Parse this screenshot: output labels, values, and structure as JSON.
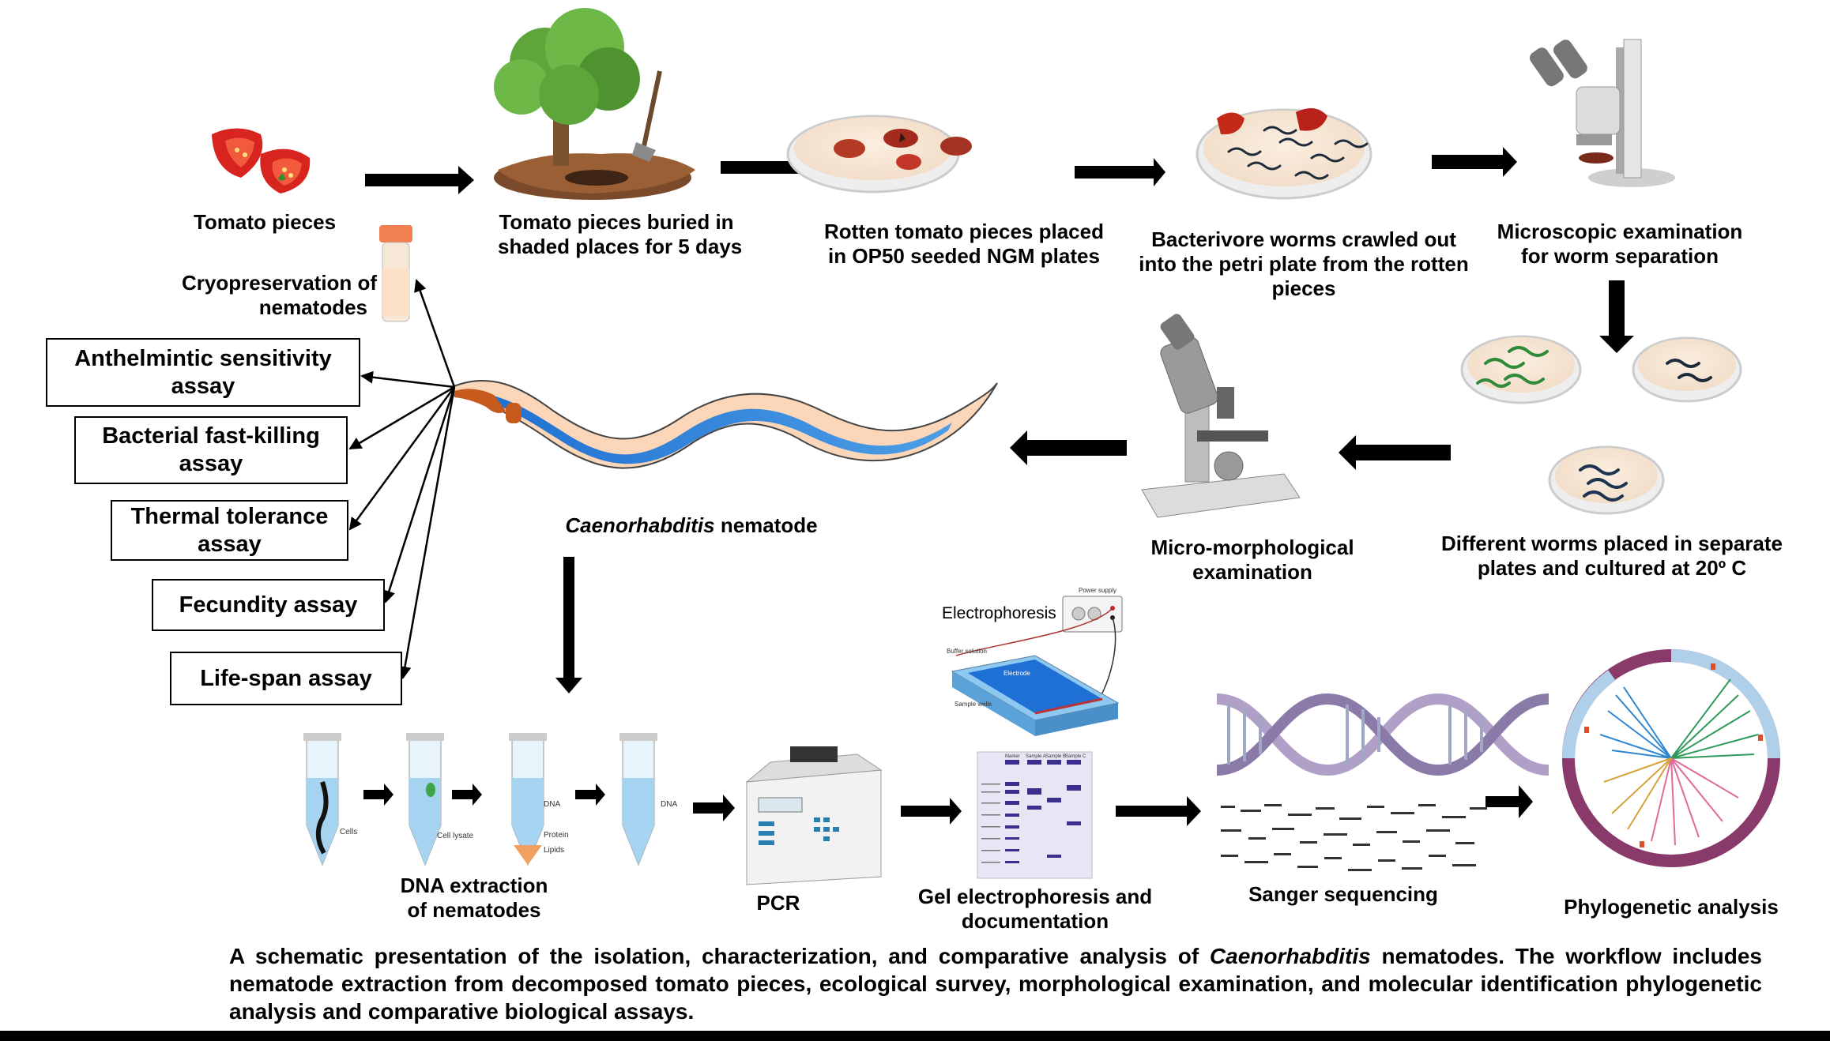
{
  "steps": {
    "tomato_pieces": "Tomato pieces",
    "buried": [
      "Tomato pieces buried in",
      "shaded places for 5 days"
    ],
    "rotten": [
      "Rotten tomato pieces placed",
      "in OP50 seeded NGM  plates"
    ],
    "crawled": [
      "Bacterivore worms crawled out",
      "into the petri plate from the rotten",
      "pieces"
    ],
    "microscopic": [
      "Microscopic examination",
      "for worm separation"
    ],
    "different_worms": [
      "Different worms placed in separate",
      "plates and cultured at 20º C"
    ],
    "micro_morph": [
      "Micro-morphological",
      "examination"
    ],
    "nematode_italic": "Caenorhabditis",
    "nematode_rest": " nematode",
    "cryo": [
      "Cryopreservation of",
      "nematodes"
    ],
    "dna_extraction": [
      "DNA extraction",
      "of nematodes"
    ],
    "pcr": "PCR",
    "gel": [
      "Gel electrophoresis and",
      "documentation"
    ],
    "sanger": "Sanger sequencing",
    "phylo": "Phylogenetic analysis"
  },
  "assays": [
    {
      "lines": [
        "Anthelmintic sensitivity",
        "assay"
      ]
    },
    {
      "lines": [
        "Bacterial fast-killing",
        "assay"
      ]
    },
    {
      "lines": [
        "Thermal tolerance",
        "assay"
      ]
    },
    {
      "lines": [
        "Fecundity assay"
      ]
    },
    {
      "lines": [
        "Life-span assay"
      ]
    }
  ],
  "tube_labels": {
    "cells": "Cells",
    "cell_lysate": "Cell lysate",
    "dna": "DNA",
    "protein": "Protein",
    "lipids": "Lipids",
    "dna2": "DNA"
  },
  "electrophoresis": {
    "title": "Electrophoresis",
    "power_supply": "Power supply",
    "buffer": "Buffer solution",
    "electrode": "Electrode",
    "wells": "Sample wells"
  },
  "gel_headers": [
    "Marker",
    "Sample A",
    "Sample B",
    "Sample C"
  ],
  "caption": {
    "part1": "A schematic presentation of the isolation, characterization, and comparative analysis of ",
    "italic": "Caenorhabditis",
    "part2": " nematodes. The workflow includes nematode extraction from decomposed tomato pieces, ecological survey, morphological examination, and molecular identification phylogenetic analysis and comparative biological assays."
  }
}
